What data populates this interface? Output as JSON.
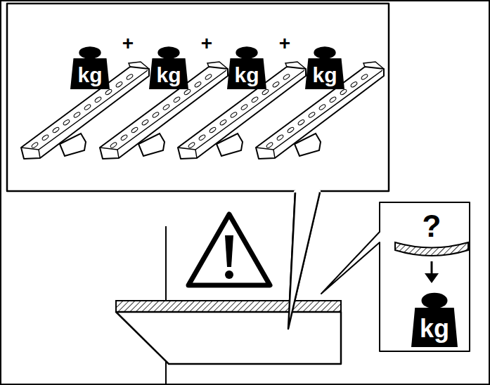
{
  "diagram": {
    "nodes": [
      {
        "text": [
          "kg"
        ]
      },
      {
        "text": [
          "kg"
        ]
      },
      {
        "text": [
          "kg"
        ]
      },
      {
        "text": [
          "kg"
        ]
      },
      {
        "text": [
          "kg"
        ]
      }
    ],
    "labels": [
      "+",
      "+",
      "+",
      "?"
    ]
  }
}
